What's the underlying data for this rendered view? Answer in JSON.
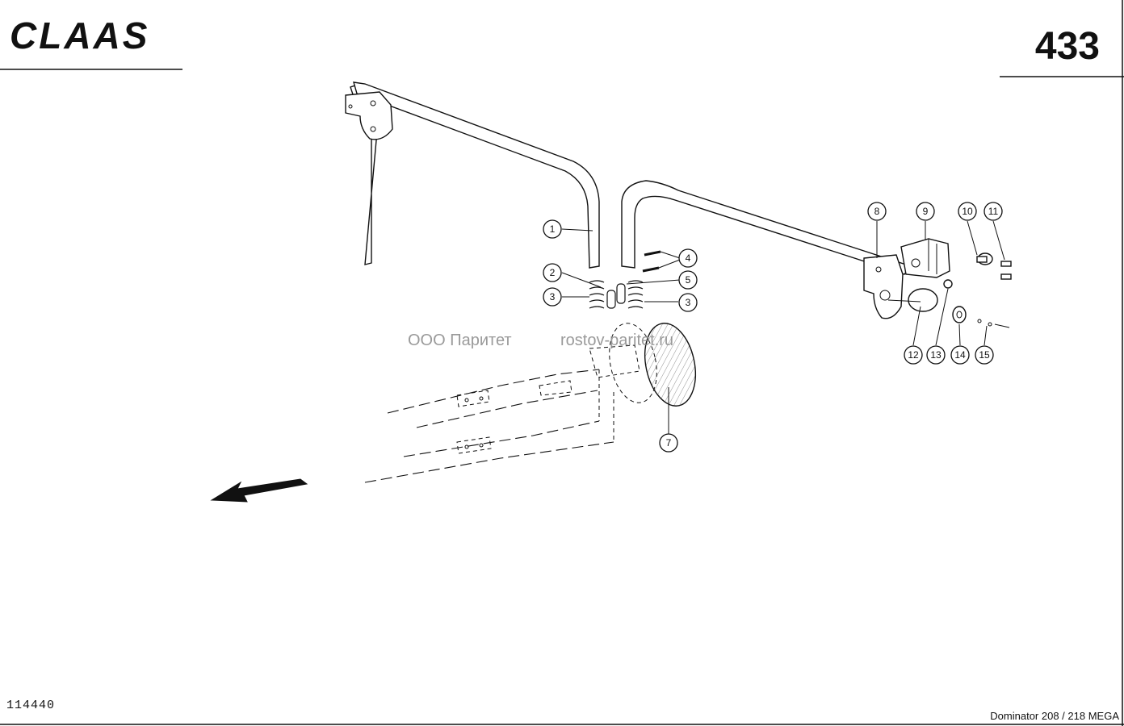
{
  "brand": {
    "logo_text": "CLAAS"
  },
  "page_number": "433",
  "watermark": {
    "company": "ООО Паритет",
    "site": "rostov-paritet.ru"
  },
  "drawing_number": "114440",
  "model": "Dominator 208 / 218 MEGA",
  "callouts": [
    {
      "label": "1"
    },
    {
      "label": "2"
    },
    {
      "label": "3"
    },
    {
      "label": "3"
    },
    {
      "label": "4"
    },
    {
      "label": "5"
    },
    {
      "label": "7"
    },
    {
      "label": "8"
    },
    {
      "label": "9"
    },
    {
      "label": "10"
    },
    {
      "label": "11"
    },
    {
      "label": "12"
    },
    {
      "label": "13"
    },
    {
      "label": "14"
    },
    {
      "label": "15"
    }
  ]
}
